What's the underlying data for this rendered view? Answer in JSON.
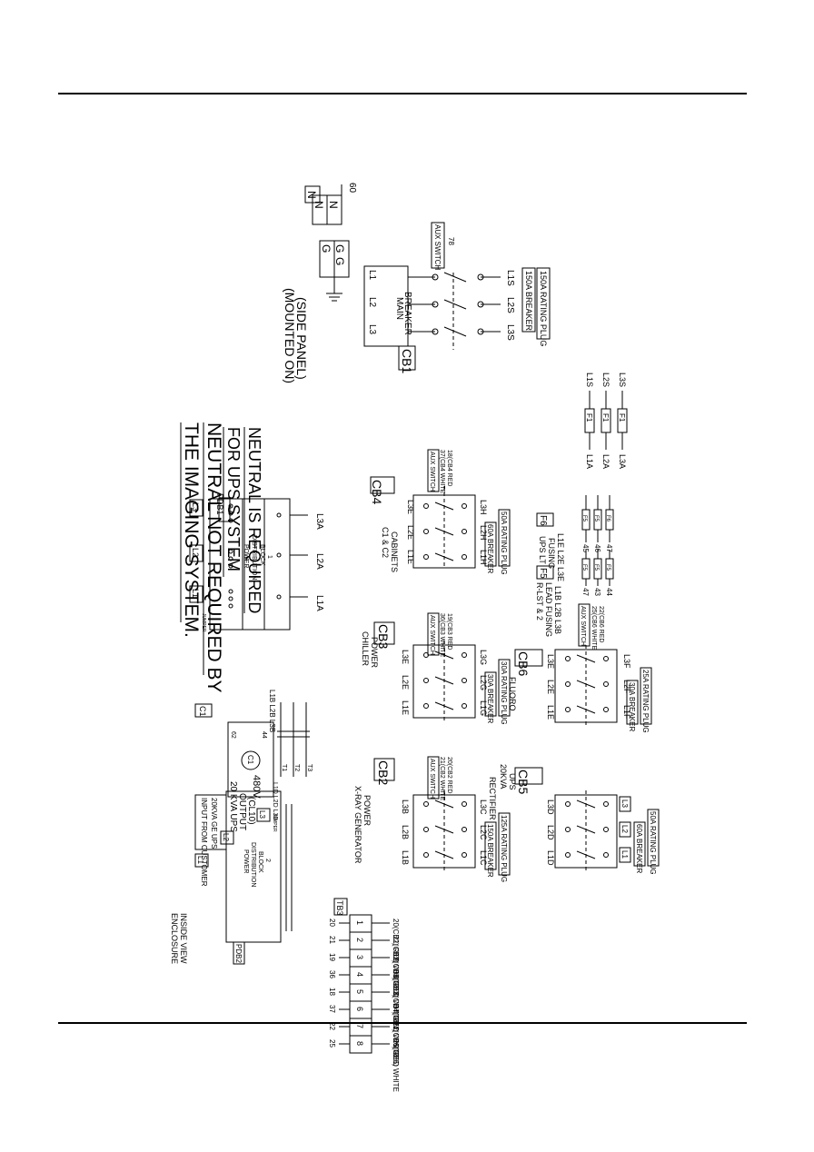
{
  "notes": {
    "neutral_not_required_1": "NEUTRAL NOT REQUIRED BY",
    "neutral_not_required_2": "THE IMAGING SYSTEM.",
    "neutral_required_1": "NEUTRAL IS REQUIRED",
    "neutral_required_2": "FOR UPS SYSTEM",
    "mounted_on_1": "(MOUNTED ON)",
    "mounted_on_2": "(SIDE PANEL)"
  },
  "ground_neutral": {
    "n_box": "N",
    "g": "G",
    "n": "N",
    "wire_60": "60"
  },
  "enclosure": {
    "line1": "ENCLOSURE",
    "line2": "INSIDE VIEW"
  },
  "input": {
    "line1": "INPUT FROM CUSTOMER",
    "line2": "20KVA GE UPS",
    "l1": "L1",
    "l2": "L2",
    "l3": "L3",
    "jumper": "JUMPER",
    "pdb2_line1": "POWER",
    "pdb2_line2": "DISTRIBUTION",
    "pdb2_line3": "BLOCK",
    "pdb2_num": "2",
    "pdb2_tag": "PDB2"
  },
  "c1": {
    "tag": "C1",
    "coil": "C1",
    "voltage": "480V",
    "contact_62": "62",
    "contact_44": "44",
    "terms_top": "L1B L2B L3B",
    "terms_bottom": "L1D L2D L3D",
    "t1": "T1",
    "t2": "T2",
    "t3": "T3",
    "ups_1": "20 KVA UPS",
    "ups_2": "OUTPUT",
    "ups_3": "(CL10)"
  },
  "pdb1": {
    "tag": "PDB1",
    "l1": "L1",
    "l2": "L2",
    "l3": "L3",
    "jumper": "JUMPER",
    "line1": "POWER",
    "line2": "DISTRIBUTION",
    "line3": "BLOCK",
    "num": "1",
    "out1": "L1A",
    "out2": "L2A",
    "out3": "L3A"
  },
  "cb1": {
    "tag": "CB1",
    "name_1": "MAIN",
    "name_2": "BREAKER",
    "l1": "L1",
    "l2": "L2",
    "l3": "L3",
    "out1": "L1S",
    "out2": "L2S",
    "out3": "L3S",
    "aux": "AUX SWITCH",
    "aux_wire": "78",
    "rating": "150A BREAKER",
    "plug": "150A RATING PLUG"
  },
  "cb2": {
    "tag": "CB2",
    "name_1": "X-RAY GENERATOR",
    "name_2": "POWER",
    "in1": "L1B",
    "in2": "L2B",
    "in3": "L3B",
    "out1": "L1C",
    "out2": "L2C",
    "out3": "L3C",
    "aux": "AUX SWITCH",
    "aux_w1": "21(CB2 WHITE",
    "aux_w2": "20(CB2 RED",
    "rating": "150A BREAKER",
    "plug": "125A RATING PLUG"
  },
  "cb3": {
    "tag": "CB3",
    "name_1": "CHILLER",
    "name_2": "POWER",
    "in1": "L1E",
    "in2": "L2E",
    "in3": "L3E",
    "out1": "L1G",
    "out2": "L2G",
    "out3": "L3G",
    "aux": "AUX SWITCH",
    "aux_w1": "36(CB3 WHITE",
    "aux_w2": "19(CB3 RED",
    "rating": "30A BREAKER",
    "plug": "30A RATING PLUG"
  },
  "cb4": {
    "tag": "CB4",
    "name_1": "C1 & C2",
    "name_2": "CABINETS",
    "in1": "L1E",
    "in2": "L2E",
    "in3": "L3E",
    "out1": "L1H",
    "out2": "L2H",
    "out3": "L3H",
    "aux": "AUX SWITCH",
    "aux_w1": "37(CB4 WHITE",
    "aux_w2": "18(CB4 RED",
    "rating": "60A BREAKER",
    "plug": "50A RATING PLUG"
  },
  "cb5": {
    "tag": "CB5",
    "name_1": "20KVA",
    "name_2": "UPS",
    "name_3": "RECTIFIER",
    "in1": "L1D",
    "in2": "L2D",
    "in3": "L3D",
    "l1": "L1",
    "l2": "L2",
    "l3": "L3",
    "rating": "60A BREAKER",
    "plug": "50A RATING PLUG"
  },
  "cb6": {
    "tag": "CB6",
    "name_1": "FLUORO",
    "in1": "L1E",
    "in2": "L2E",
    "in3": "L3E",
    "out1": "L1F",
    "out2": "L2F",
    "out3": "L3F",
    "aux": "AUX SWITCH",
    "aux_w1": "25(CB6 WHITE",
    "aux_w2": "22(CB6 RED",
    "rating": "30A BREAKER",
    "plug": "25A RATING PLUG"
  },
  "f5": {
    "tag": "F5",
    "line1": "R-LST & 2",
    "line2": "LEAD FUSING",
    "line3": "L1B L2B L3B",
    "fuse": "F5",
    "bottom": [
      "47",
      "43",
      "44"
    ]
  },
  "f6": {
    "tag": "F6",
    "line1": "UPS LT",
    "line2": "FUSING",
    "line3": "L1E L2E L3E",
    "fuse_a": "F5",
    "fuse_b": "F6",
    "bottom": [
      "45",
      "46",
      "47"
    ]
  },
  "f1": {
    "fuse": "F1",
    "left": [
      "L1A",
      "L2A",
      "L3A"
    ],
    "right": [
      "L1S",
      "L2S",
      "L3S"
    ]
  },
  "tb3": {
    "tag": "TB3",
    "rows": [
      {
        "wire": "20",
        "pos": "1",
        "label": "20(CB2) RED"
      },
      {
        "wire": "21",
        "pos": "2",
        "label": "21(CB2) WHITE"
      },
      {
        "wire": "19",
        "pos": "3",
        "label": "19(CB3) RED"
      },
      {
        "wire": "36",
        "pos": "4",
        "label": "36(CB3) WHITE"
      },
      {
        "wire": "18",
        "pos": "5",
        "label": "18(CB4) RED"
      },
      {
        "wire": "37",
        "pos": "6",
        "label": "37(CB4) WHITE"
      },
      {
        "wire": "22",
        "pos": "7",
        "label": "22(CB6) RED"
      },
      {
        "wire": "25",
        "pos": "8",
        "label": "25(CB6) WHITE"
      }
    ]
  }
}
